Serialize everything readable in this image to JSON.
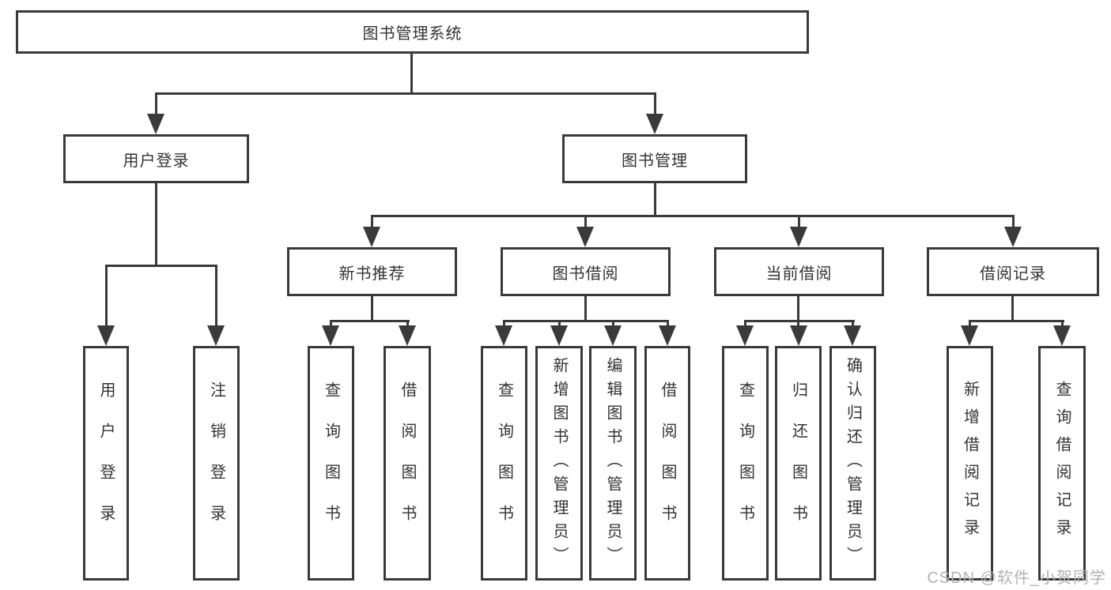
{
  "diagram": {
    "root": {
      "label": "图书管理系统"
    },
    "level2": [
      {
        "label": "用户登录"
      },
      {
        "label": "图书管理"
      }
    ],
    "level3": [
      {
        "label": "新书推荐"
      },
      {
        "label": "图书借阅"
      },
      {
        "label": "当前借阅"
      },
      {
        "label": "借阅记录"
      }
    ],
    "leaves": [
      {
        "label": "用户登录"
      },
      {
        "label": "注销登录"
      },
      {
        "label": "查询图书"
      },
      {
        "label": "借阅图书"
      },
      {
        "label": "查询图书"
      },
      {
        "label": "新增图书（管理员）"
      },
      {
        "label": "编辑图书（管理员）"
      },
      {
        "label": "借阅图书"
      },
      {
        "label": "查询图书"
      },
      {
        "label": "归还图书"
      },
      {
        "label": "确认归还（管理员）"
      },
      {
        "label": "新增借阅记录"
      },
      {
        "label": "查询借阅记录"
      }
    ],
    "colors": {
      "line": "#3a3a3a",
      "border": "#3a3a3a",
      "text": "#333333",
      "watermark": "#b3b3b3",
      "background": "#ffffff"
    }
  },
  "watermark": {
    "text": "CSDN @软件_小贺同学"
  }
}
